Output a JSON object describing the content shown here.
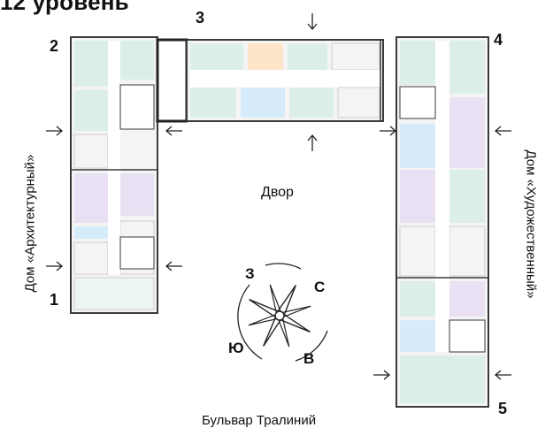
{
  "page": {
    "title": "12 уровень"
  },
  "sections": [
    {
      "id": "1",
      "label": "1"
    },
    {
      "id": "2",
      "label": "2"
    },
    {
      "id": "3",
      "label": "3"
    },
    {
      "id": "4",
      "label": "4"
    },
    {
      "id": "5",
      "label": "5"
    }
  ],
  "buildings": {
    "left": "Дом «Архитектурный»",
    "right": "Дом «Художественный»"
  },
  "courtyard": "Двор",
  "street": "Бульвар Тралиний",
  "compass": {
    "north": "З",
    "east": "С",
    "south": "В",
    "west": "Ю"
  },
  "colors": {
    "wall": "#3a3a3a",
    "green_unit": "#dcefe6",
    "purple_unit": "#e9e0f3",
    "blue_unit": "#d6ecfa",
    "orange_unit": "#fde6c8",
    "corridor": "#ffffff",
    "floor": "#f4f4f4"
  },
  "icons": {
    "entrance_arrow": "arrow-icon",
    "compass": "compass-rose-icon"
  }
}
